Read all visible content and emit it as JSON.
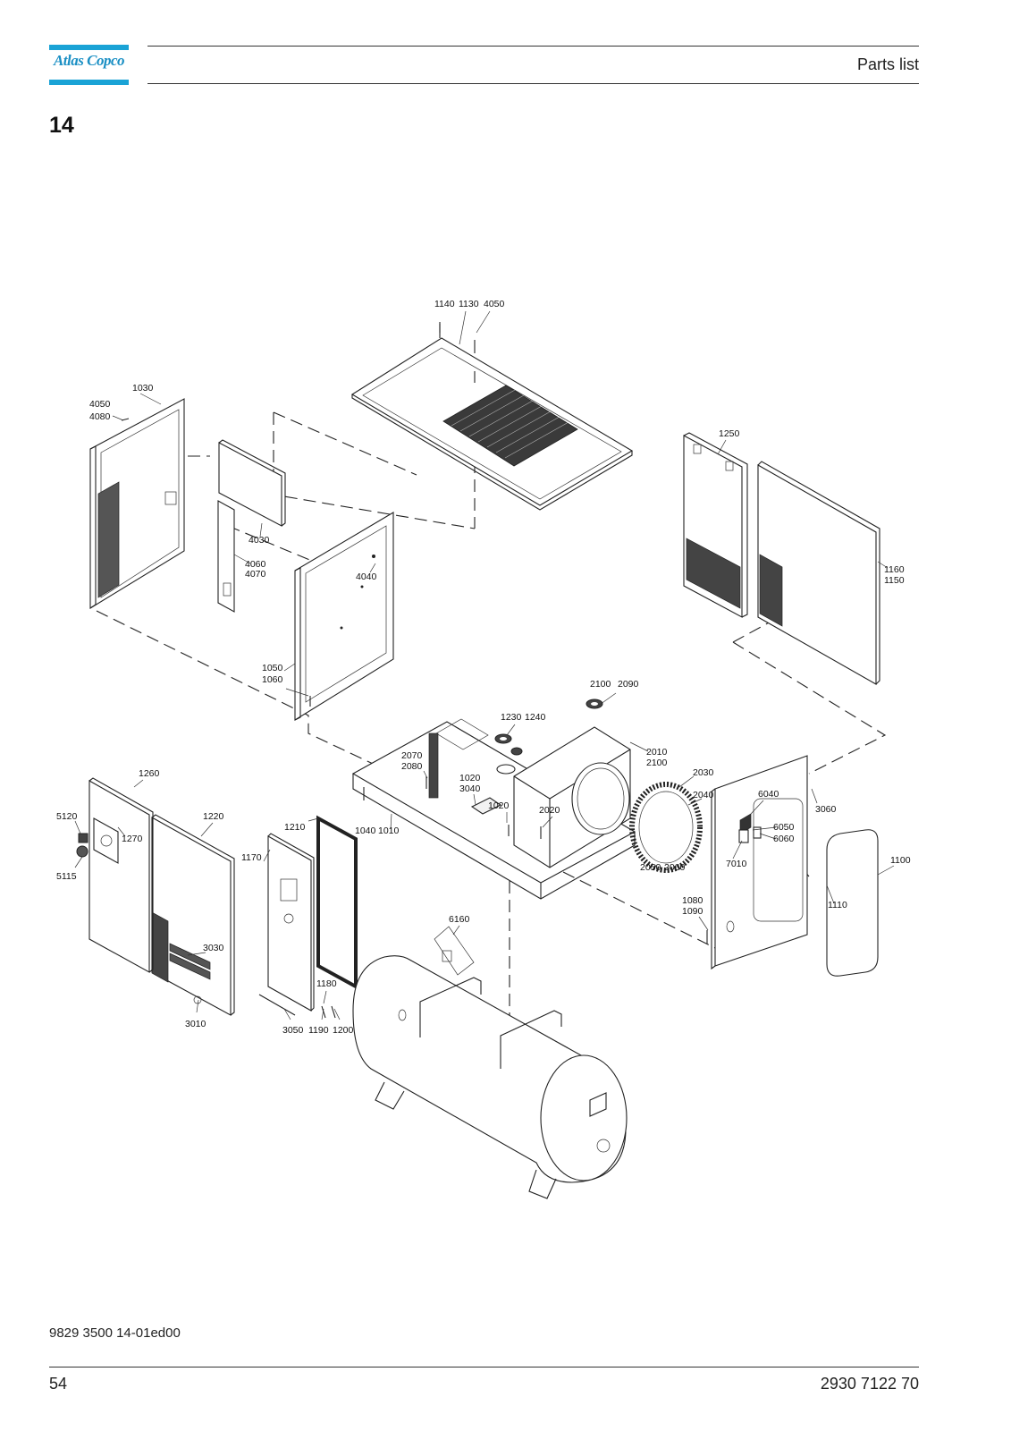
{
  "header": {
    "logo_text": "Atlas Copco",
    "title": "Parts list"
  },
  "section": {
    "number": "14"
  },
  "footer": {
    "doc_number": "9829 3500 14-01ed00",
    "page_number": "54",
    "part_number": "2930 7122 70"
  },
  "colors": {
    "brand": "#1aa3d6",
    "line": "#222222"
  },
  "callouts": {
    "c1140": "1140",
    "c1130": "1130",
    "c4050_top": "4050",
    "c1030": "1030",
    "c4050_left": "4050",
    "c4080": "4080",
    "c4030": "4030",
    "c4060": "4060",
    "c4070": "4070",
    "c4040": "4040",
    "c1050": "1050",
    "c1060": "1060",
    "c1250": "1250",
    "c1160": "1160",
    "c1150": "1150",
    "c2100a": "2100",
    "c2090": "2090",
    "c1230": "1230",
    "c1240": "1240",
    "c2010": "2010",
    "c2100b": "2100",
    "c2070": "2070",
    "c2080": "2080",
    "c1020a": "1020",
    "c3040": "3040",
    "c1020b": "1020",
    "c2020": "2020",
    "c2030": "2030",
    "c2040": "2040",
    "c2050": "2050",
    "c2060": "2060",
    "c1040": "1040",
    "c1010": "1010",
    "c6040": "6040",
    "c3060": "3060",
    "c6050": "6050",
    "c6060": "6060",
    "c7010": "7010",
    "c1100": "1100",
    "c1110": "1110",
    "c1080": "1080",
    "c1090": "1090",
    "c1260": "1260",
    "c5120": "5120",
    "c1270": "1270",
    "c5115": "5115",
    "c1220": "1220",
    "c1210": "1210",
    "c1170": "1170",
    "c3030": "3030",
    "c3010": "3010",
    "c6160": "6160",
    "c1180": "1180",
    "c3050": "3050",
    "c1190": "1190",
    "c1200": "1200"
  }
}
